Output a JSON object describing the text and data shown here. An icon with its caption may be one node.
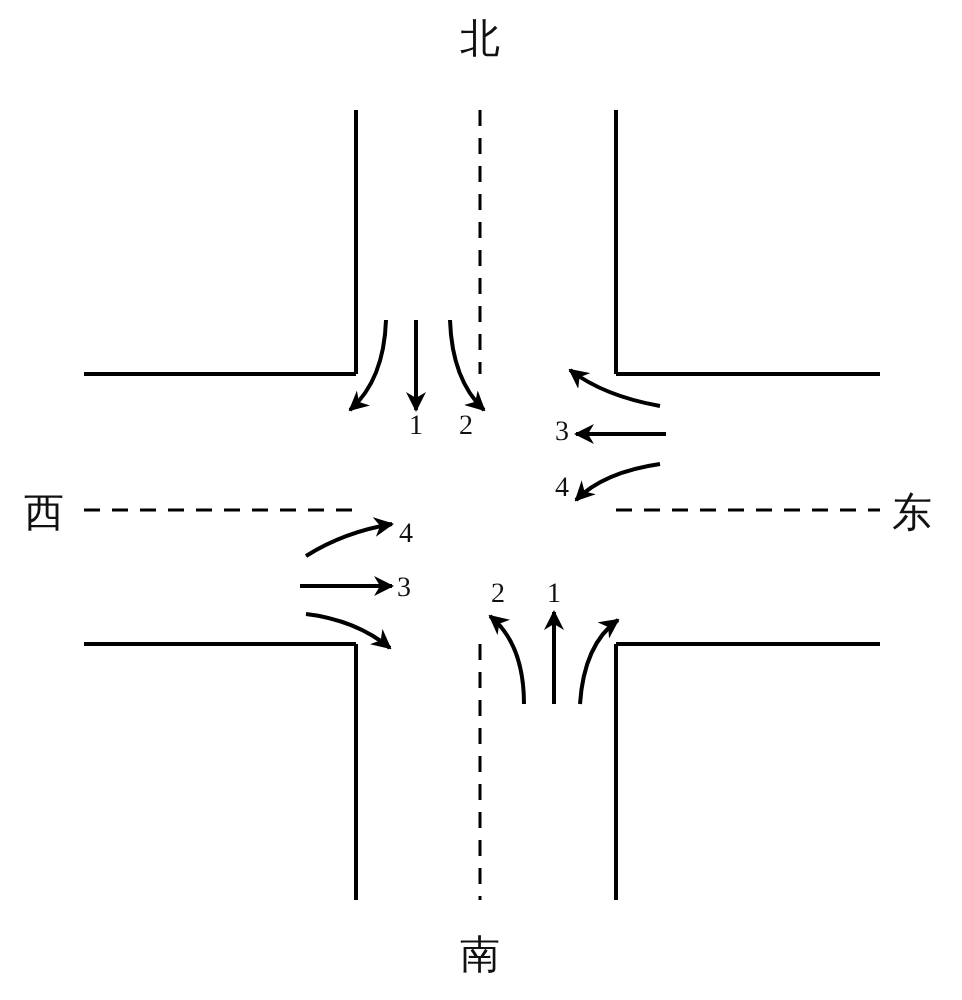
{
  "diagram": {
    "labels": [
      "北",
      "1",
      "2",
      "3",
      "4",
      "西",
      "东",
      "4",
      "3",
      "2",
      "1",
      "南"
    ]
  }
}
